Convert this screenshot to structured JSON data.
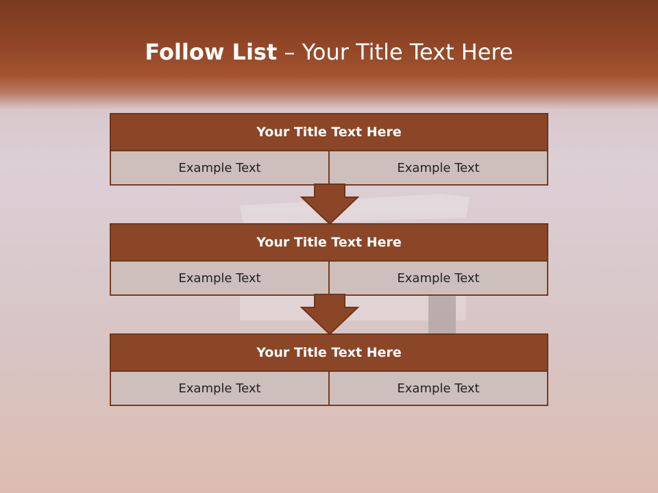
{
  "slide": {
    "title_bold": "Follow List",
    "title_rest": " – Your Title Text Here"
  },
  "blocks": [
    {
      "header": "Your Title Text Here",
      "left": "Example Text",
      "right": "Example Text"
    },
    {
      "header": "Your Title Text Here",
      "left": "Example Text",
      "right": "Example Text"
    },
    {
      "header": "Your Title Text Here",
      "left": "Example Text",
      "right": "Example Text"
    }
  ],
  "colors": {
    "header_fill": "#8b4628",
    "cell_fill": "#cdbfbb",
    "arrow_fill": "#8b4628",
    "top_band": "#8e4526"
  },
  "icons": [
    "down-arrow-icon",
    "down-arrow-icon"
  ]
}
